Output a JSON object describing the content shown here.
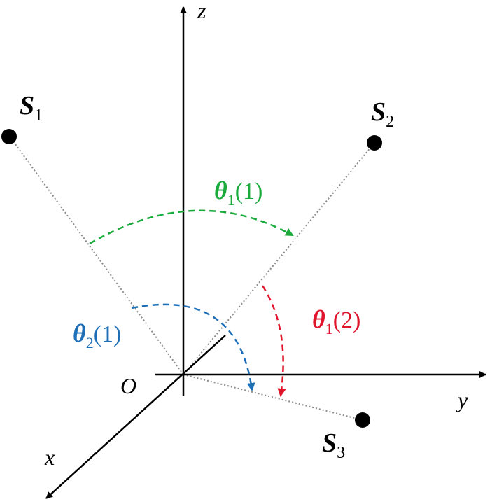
{
  "axes": {
    "z": "z",
    "y": "y",
    "x": "x",
    "origin": "O"
  },
  "points": [
    {
      "symbol": "S",
      "subscript": "1"
    },
    {
      "symbol": "S",
      "subscript": "2"
    },
    {
      "symbol": "S",
      "subscript": "3"
    }
  ],
  "angles": [
    {
      "symbol": "θ",
      "subscript": "1",
      "arg": "(1)",
      "color": "#1aab3c"
    },
    {
      "symbol": "θ",
      "subscript": "2",
      "arg": "(1)",
      "color": "#1f6fb8"
    },
    {
      "symbol": "θ",
      "subscript": "1",
      "arg": "(2)",
      "color": "#e0142a"
    }
  ],
  "colors": {
    "axis": "#000000",
    "ray": "#8c8c8c",
    "point": "#000000"
  }
}
